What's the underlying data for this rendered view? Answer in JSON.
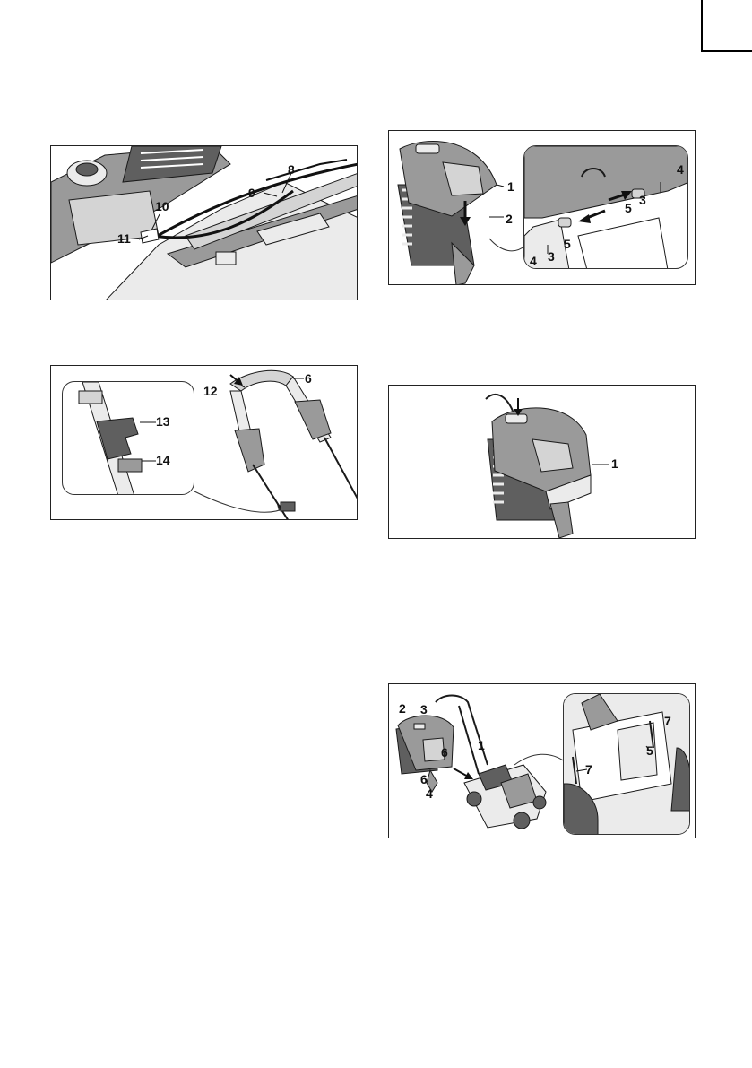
{
  "figures": [
    {
      "id": "fig-cable-routing",
      "callouts": [
        "8",
        "9",
        "10",
        "11"
      ]
    },
    {
      "id": "fig-handle-clamp",
      "callouts": [
        "12",
        "6",
        "13",
        "14"
      ]
    },
    {
      "id": "fig-catcher-hinge",
      "callouts": [
        "1",
        "2",
        "4",
        "3",
        "5",
        "5",
        "4",
        "3"
      ]
    },
    {
      "id": "fig-catcher-close",
      "callouts": [
        "1"
      ]
    },
    {
      "id": "fig-catcher-attach",
      "callouts": [
        "2",
        "3",
        "1",
        "6",
        "6",
        "4",
        "7",
        "5",
        "7"
      ]
    }
  ],
  "colors": {
    "line": "#1a1a1a",
    "gray_dark": "#5f5f5f",
    "gray_mid": "#9a9a9a",
    "gray_light": "#d4d4d4",
    "gray_pale": "#ebebeb"
  }
}
